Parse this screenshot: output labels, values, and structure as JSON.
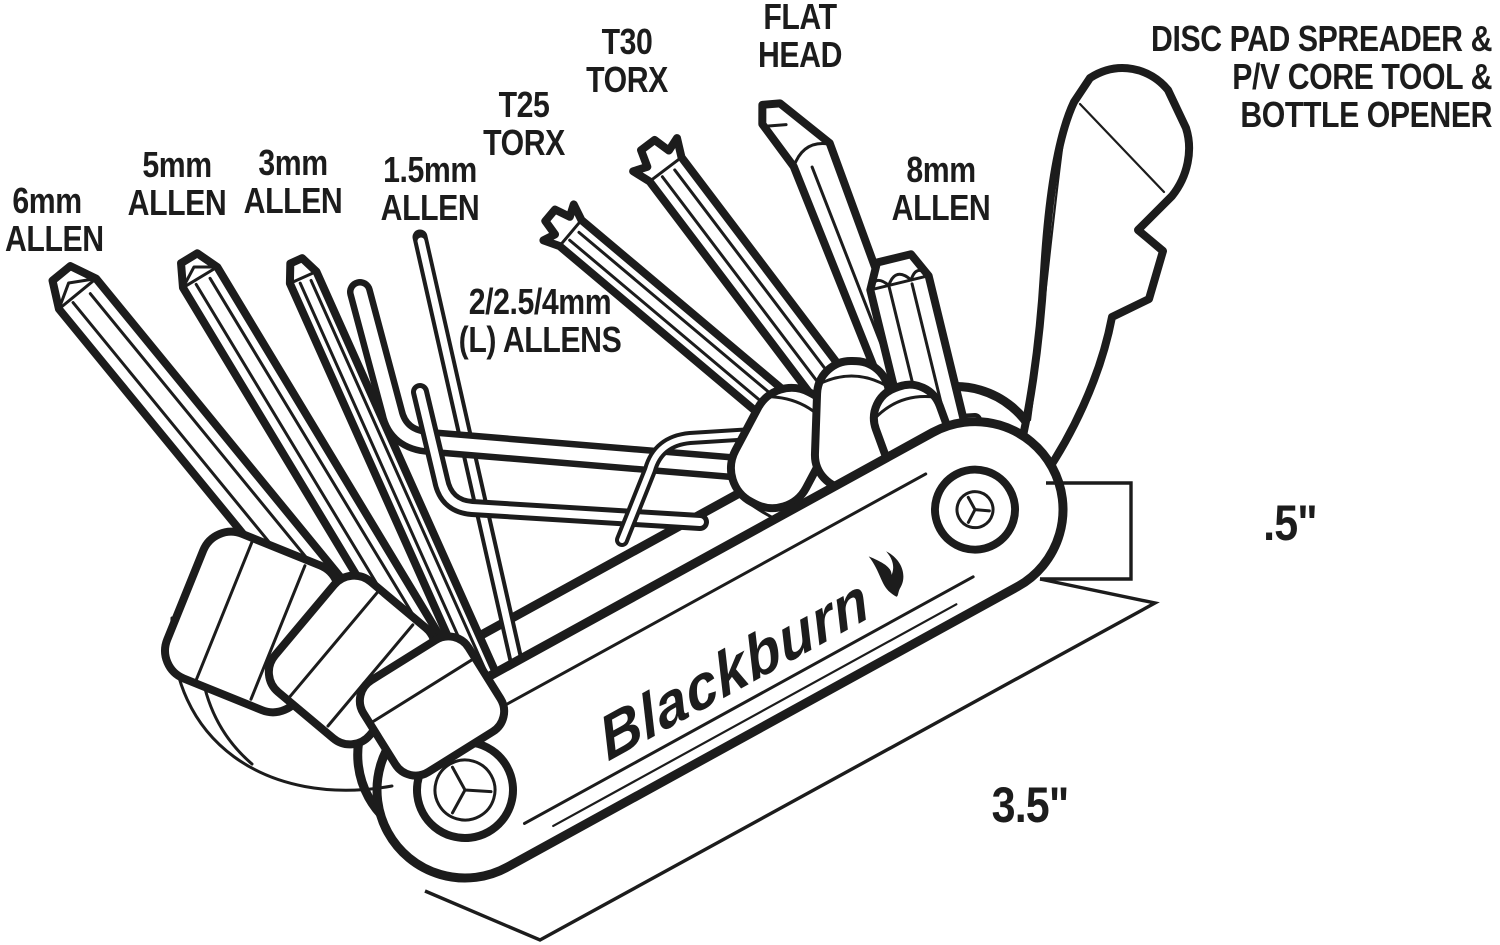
{
  "figure": {
    "kind": "product line-art diagram",
    "subject": "Blackburn folding bicycle multi-tool with labeled bits",
    "background_color": "#ffffff",
    "line_color": "#1c1c1c"
  },
  "callouts": [
    {
      "id": "allen-6mm",
      "lines": [
        "6mm",
        "ALLEN"
      ]
    },
    {
      "id": "allen-5mm",
      "lines": [
        "5mm",
        "ALLEN"
      ]
    },
    {
      "id": "allen-3mm",
      "lines": [
        "3mm",
        "ALLEN"
      ]
    },
    {
      "id": "allen-1-5mm",
      "lines": [
        "1.5mm",
        "ALLEN"
      ]
    },
    {
      "id": "torx-t25",
      "lines": [
        "T25",
        "TORX"
      ]
    },
    {
      "id": "torx-t30",
      "lines": [
        "T30",
        "TORX"
      ]
    },
    {
      "id": "flat-head",
      "lines": [
        "FLAT",
        "HEAD"
      ]
    },
    {
      "id": "allen-8mm",
      "lines": [
        "8mm",
        "ALLEN"
      ]
    },
    {
      "id": "disc-pad-spreader",
      "lines": [
        "DISC PAD SPREADER &",
        "P/V CORE TOOL &",
        "BOTTLE OPENER"
      ]
    },
    {
      "id": "l-allens",
      "lines": [
        "2/2.5/4mm",
        "(L) ALLENS"
      ]
    }
  ],
  "dimensions": {
    "thickness": ".5\"",
    "length": "3.5\""
  },
  "logo": {
    "text": "Blackburn",
    "icon": "flame-icon"
  }
}
